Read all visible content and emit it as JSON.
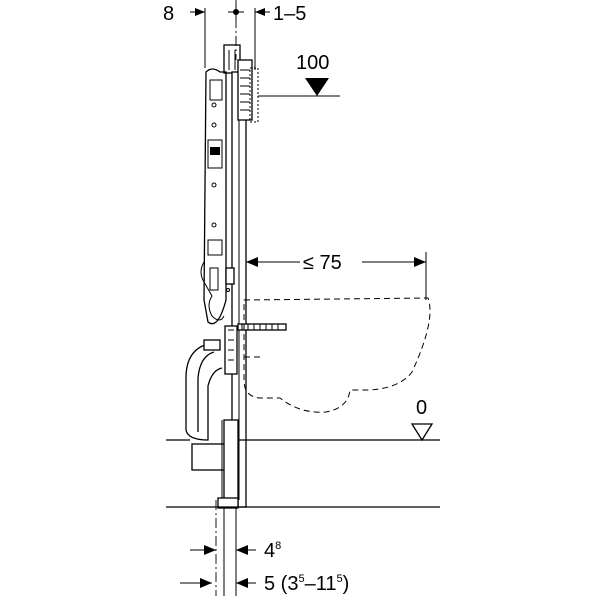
{
  "dimensions": {
    "top_left": "8",
    "top_right": "1–5",
    "height_mark": "100",
    "bowl_projection": "≤ 75",
    "floor_mark": "0",
    "bottom_upper_main": "4",
    "bottom_upper_sup": "8",
    "bottom_lower_main": "5 (3",
    "bottom_lower_sup1": "5",
    "bottom_lower_mid": "–11",
    "bottom_lower_sup2": "5",
    "bottom_lower_close": ")"
  },
  "icons": {
    "arrow": "filled-triangle-arrow",
    "level_marker": "level-triangle-icon",
    "centerline": "crosshair-dot-icon"
  }
}
